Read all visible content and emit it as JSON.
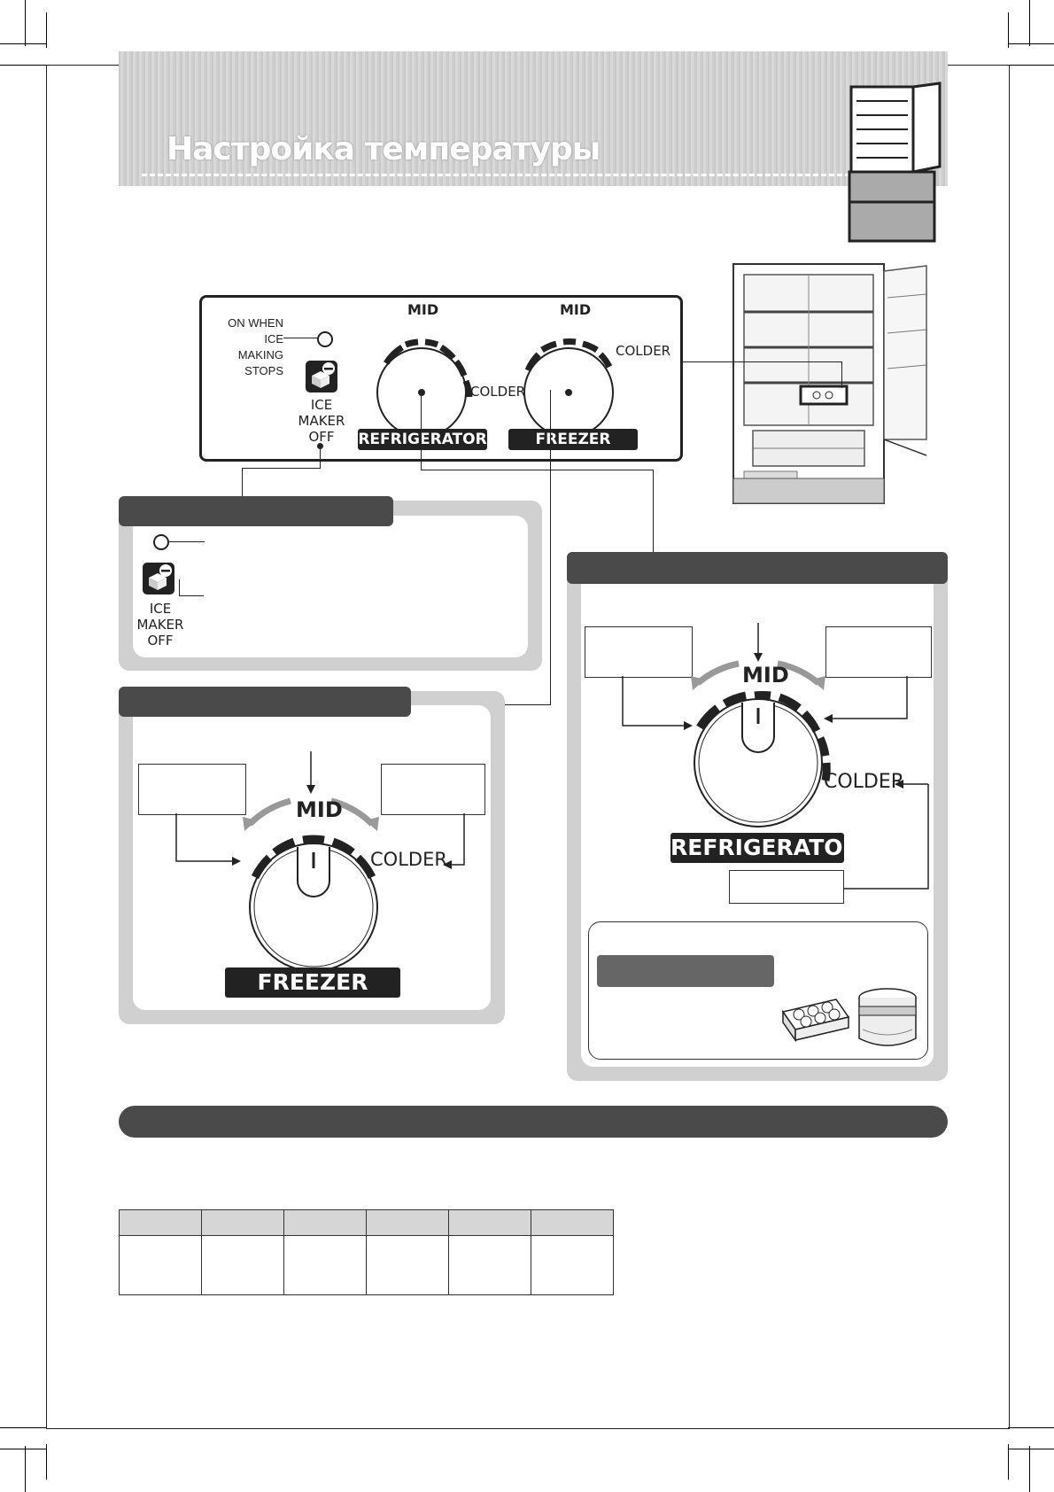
{
  "page": {
    "title": "Настройка температуры"
  },
  "control_panel": {
    "indicator_label_line1": "ON WHEN",
    "indicator_label_line2": "ICE MAKING",
    "indicator_label_line3": "STOPS",
    "ice_maker_line1": "ICE",
    "ice_maker_line2": "MAKER",
    "ice_maker_line3": "OFF",
    "dial_mid": "MID",
    "dial_colder": "COLDER",
    "refrigerator_label": "REFRIGERATOR",
    "freezer_label": "FREEZER"
  },
  "ice_maker_section": {
    "ice_line1": "ICE",
    "ice_line2": "MAKER",
    "ice_line3": "OFF"
  },
  "freezer_section": {
    "mid": "MID",
    "colder": "COLDER",
    "dial_label": "FREEZER"
  },
  "refrigerator_section": {
    "mid": "MID",
    "colder": "COLDER",
    "dial_label": "REFRIGERATOR"
  },
  "icons": [
    "ice-maker-off-icon",
    "indicator-lamp-icon",
    "fridge-icon",
    "ice-tray-icon",
    "food-container-icon"
  ],
  "colors": {
    "dark_gray": "#4a4a4a",
    "light_gray": "#d0d0d0",
    "black": "#222222"
  }
}
